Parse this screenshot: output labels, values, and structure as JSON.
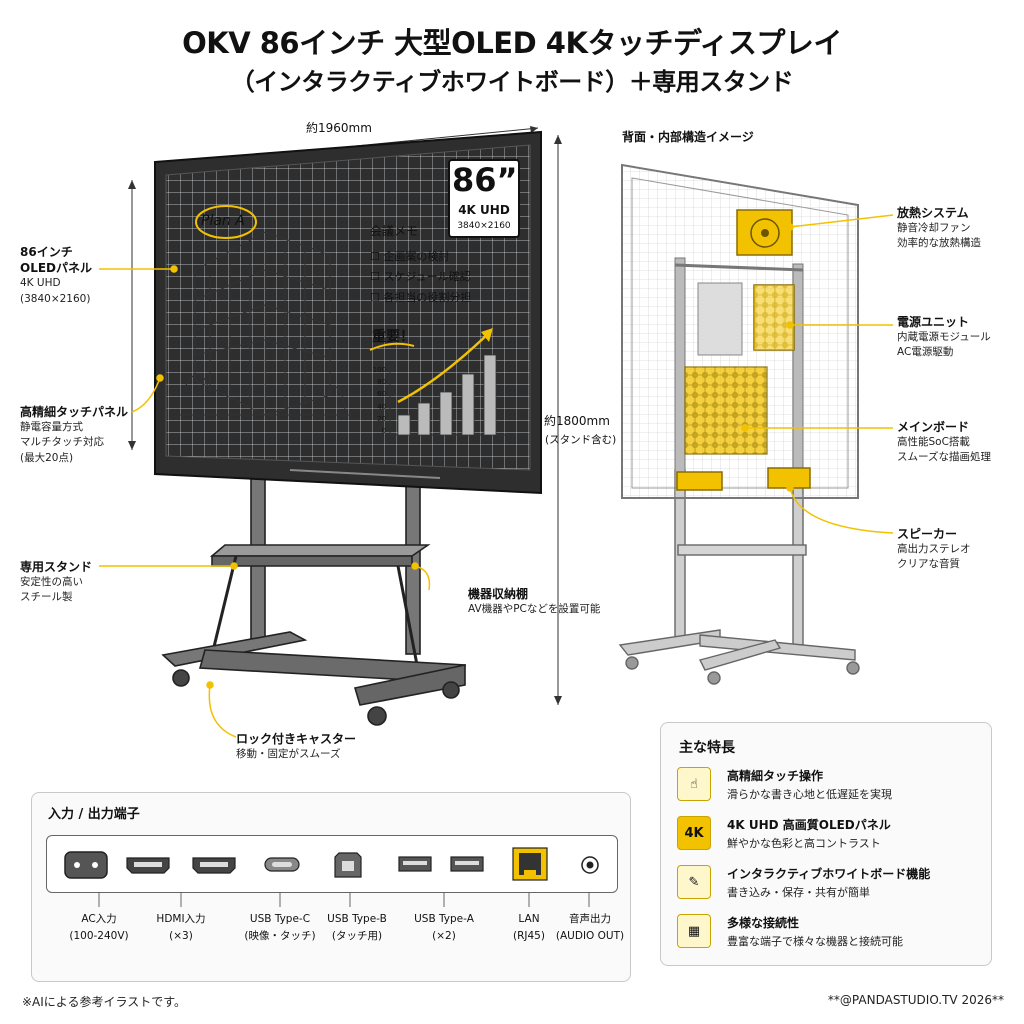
{
  "title": {
    "line1": "OKV 86インチ 大型OLED 4Kタッチディスプレイ",
    "line2": "（インタラクティブホワイトボード）＋専用スタンド"
  },
  "dimensions": {
    "width": "約1960mm",
    "height": "約1800mm",
    "height_note": "(スタンド含む)"
  },
  "screen": {
    "badge_size": "86”",
    "badge_res": "4K UHD",
    "badge_pixels": "3840×2160",
    "plan_label": "Plan A",
    "memo_title": "会議メモ",
    "memo_items": [
      "企画案の検討",
      "スケジュール確認",
      "各担当の役割分担"
    ],
    "important": "重要！",
    "axis_ticks": [
      "100",
      "80",
      "60",
      "40",
      "20",
      "0"
    ]
  },
  "callouts_left": [
    {
      "title": "86インチ",
      "title2": "OLEDパネル",
      "lines": [
        "4K UHD",
        "(3840×2160)"
      ]
    },
    {
      "title": "高精細タッチパネル",
      "lines": [
        "静電容量方式",
        "マルチタッチ対応",
        "(最大20点)"
      ]
    },
    {
      "title": "専用スタンド",
      "lines": [
        "安定性の高い",
        "スチール製"
      ]
    }
  ],
  "callout_shelf": {
    "title": "機器収納棚",
    "text": "AV機器やPCなどを設置可能"
  },
  "callout_caster": {
    "title": "ロック付きキャスター",
    "text": "移動・固定がスムーズ"
  },
  "rear": {
    "heading": "背面・内部構造イメージ",
    "callouts": [
      {
        "title": "放熱システム",
        "lines": [
          "静音冷却ファン",
          "効率的な放熱構造"
        ]
      },
      {
        "title": "電源ユニット",
        "lines": [
          "内蔵電源モジュール",
          "AC電源駆動"
        ]
      },
      {
        "title": "メインボード",
        "lines": [
          "高性能SoC搭載",
          "スムーズな描画処理"
        ]
      },
      {
        "title": "スピーカー",
        "lines": [
          "高出力ステレオ",
          "クリアな音質"
        ]
      }
    ]
  },
  "ports": {
    "title": "入力 / 出力端子",
    "items": [
      {
        "name": "AC入力",
        "sub": "(100-240V)",
        "icon": "ac-inlet-icon"
      },
      {
        "name": "HDMI入力",
        "sub": "(×3)",
        "icon": "hdmi-icon"
      },
      {
        "name": "USB Type-C",
        "sub": "(映像・タッチ)",
        "icon": "usb-c-icon"
      },
      {
        "name": "USB Type-B",
        "sub": "(タッチ用)",
        "icon": "usb-b-icon"
      },
      {
        "name": "USB Type-A",
        "sub": "(×2)",
        "icon": "usb-a-icon"
      },
      {
        "name": "LAN",
        "sub": "(RJ45)",
        "icon": "lan-icon"
      },
      {
        "name": "音声出力",
        "sub": "(AUDIO OUT)",
        "icon": "audio-out-icon"
      }
    ]
  },
  "features": {
    "title": "主な特長",
    "items": [
      {
        "icon": "touch-hand-icon",
        "icon_text": "☝",
        "head": "高精細タッチ操作",
        "desc": "滑らかな書き心地と低遅延を実現"
      },
      {
        "icon": "4k-badge-icon",
        "icon_text": "4K",
        "head": "4K UHD 高画質OLEDパネル",
        "desc": "鮮やかな色彩と高コントラスト"
      },
      {
        "icon": "pen-icon",
        "icon_text": "✎",
        "head": "インタラクティブホワイトボード機能",
        "desc": "書き込み・保存・共有が簡単"
      },
      {
        "icon": "ports-icon",
        "icon_text": "▦",
        "head": "多様な接続性",
        "desc": "豊富な端子で様々な機器と接続可能"
      }
    ]
  },
  "footer": {
    "note": "※AIによる参考イラストです。",
    "credit": "**@PANDASTUDIO.TV 2026**"
  },
  "colors": {
    "accent": "#f2c200",
    "line": "#333333",
    "grid": "#d9dbe0"
  }
}
